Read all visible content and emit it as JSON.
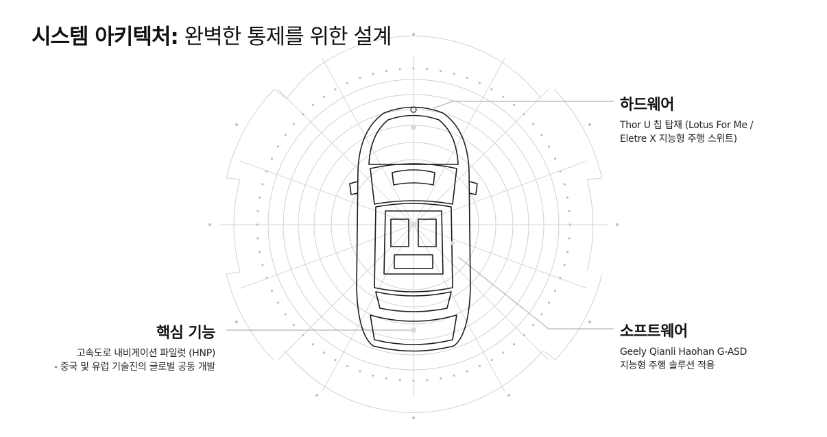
{
  "title": {
    "bold": "시스템 아키텍처:",
    "rest": " 완벽한 통제를 위한 설계"
  },
  "callouts": {
    "hardware": {
      "heading": "하드웨어",
      "line1": "Thor U 칩 탑재 (Lotus For Me /",
      "line2": "Eletre X 지능형 주행 스위트)"
    },
    "software": {
      "heading": "소프트웨어",
      "line1": "Geely Qianli Haohan G-ASD",
      "line2": "지능형 주행 솔루션 적용"
    },
    "core": {
      "heading": "핵심 기능",
      "line1": "고속도로 내비게이션 파일럿 (HNP)",
      "line2": "- 중국 및 유럽 기술진의 글로벌 공동 개발"
    }
  },
  "colors": {
    "text": "#111111",
    "line": "#c8c8c8",
    "car": "#1a1a1a"
  }
}
